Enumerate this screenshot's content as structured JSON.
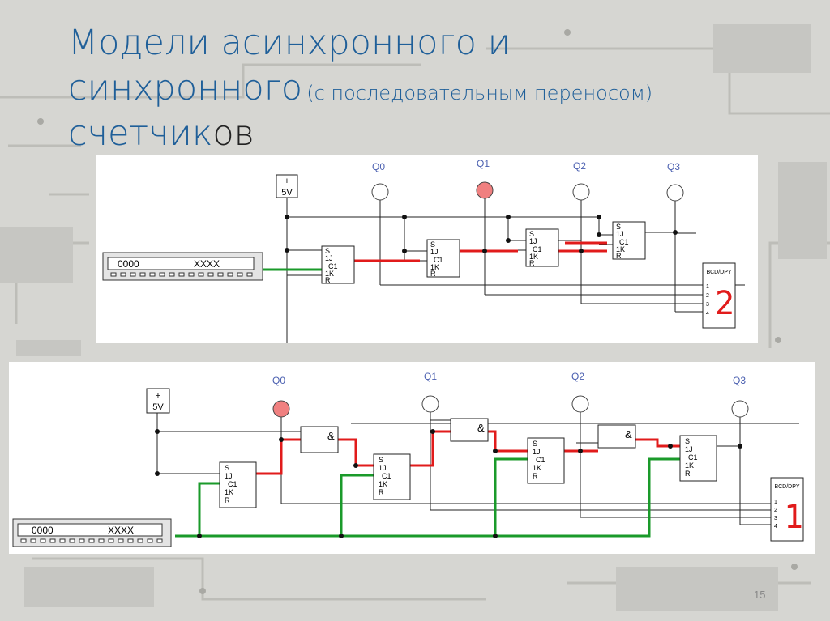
{
  "slide": {
    "title_line1": "Модели асинхронного и",
    "title_line2_main": "синхронного",
    "title_line2_paren": "(с последовательным переносом)",
    "title_line3_a": "счетчик",
    "title_line3_b": "ов",
    "page_number": "15"
  },
  "colors": {
    "title": "#1f5f99",
    "active_wire": "#e11b1b",
    "clock_wire": "#1a9a2a",
    "lamp_on": "#f08080"
  },
  "async_counter": {
    "supply": {
      "plus": "+",
      "voltage": "5V"
    },
    "probes": [
      {
        "label": "Q0",
        "lit": false
      },
      {
        "label": "Q1",
        "lit": true
      },
      {
        "label": "Q2",
        "lit": false
      },
      {
        "label": "Q3",
        "lit": false
      }
    ],
    "generator": {
      "left": "0000",
      "right": "XXXX"
    },
    "flipflop_pins": [
      "S",
      "1J",
      "C1",
      "1K",
      "R"
    ],
    "display": {
      "header": "BCD/DPY",
      "pins": [
        "1",
        "2",
        "3",
        "4"
      ],
      "digit": "2"
    }
  },
  "sync_counter": {
    "supply": {
      "plus": "+",
      "voltage": "5V"
    },
    "probes": [
      {
        "label": "Q0",
        "lit": true
      },
      {
        "label": "Q1",
        "lit": false
      },
      {
        "label": "Q2",
        "lit": false
      },
      {
        "label": "Q3",
        "lit": false
      }
    ],
    "and_gate": "&",
    "generator": {
      "left": "0000",
      "right": "XXXX"
    },
    "flipflop_pins": [
      "S",
      "1J",
      "C1",
      "1K",
      "R"
    ],
    "display": {
      "header": "BCD/DPY",
      "pins": [
        "1",
        "2",
        "3",
        "4"
      ],
      "digit": "1"
    }
  }
}
